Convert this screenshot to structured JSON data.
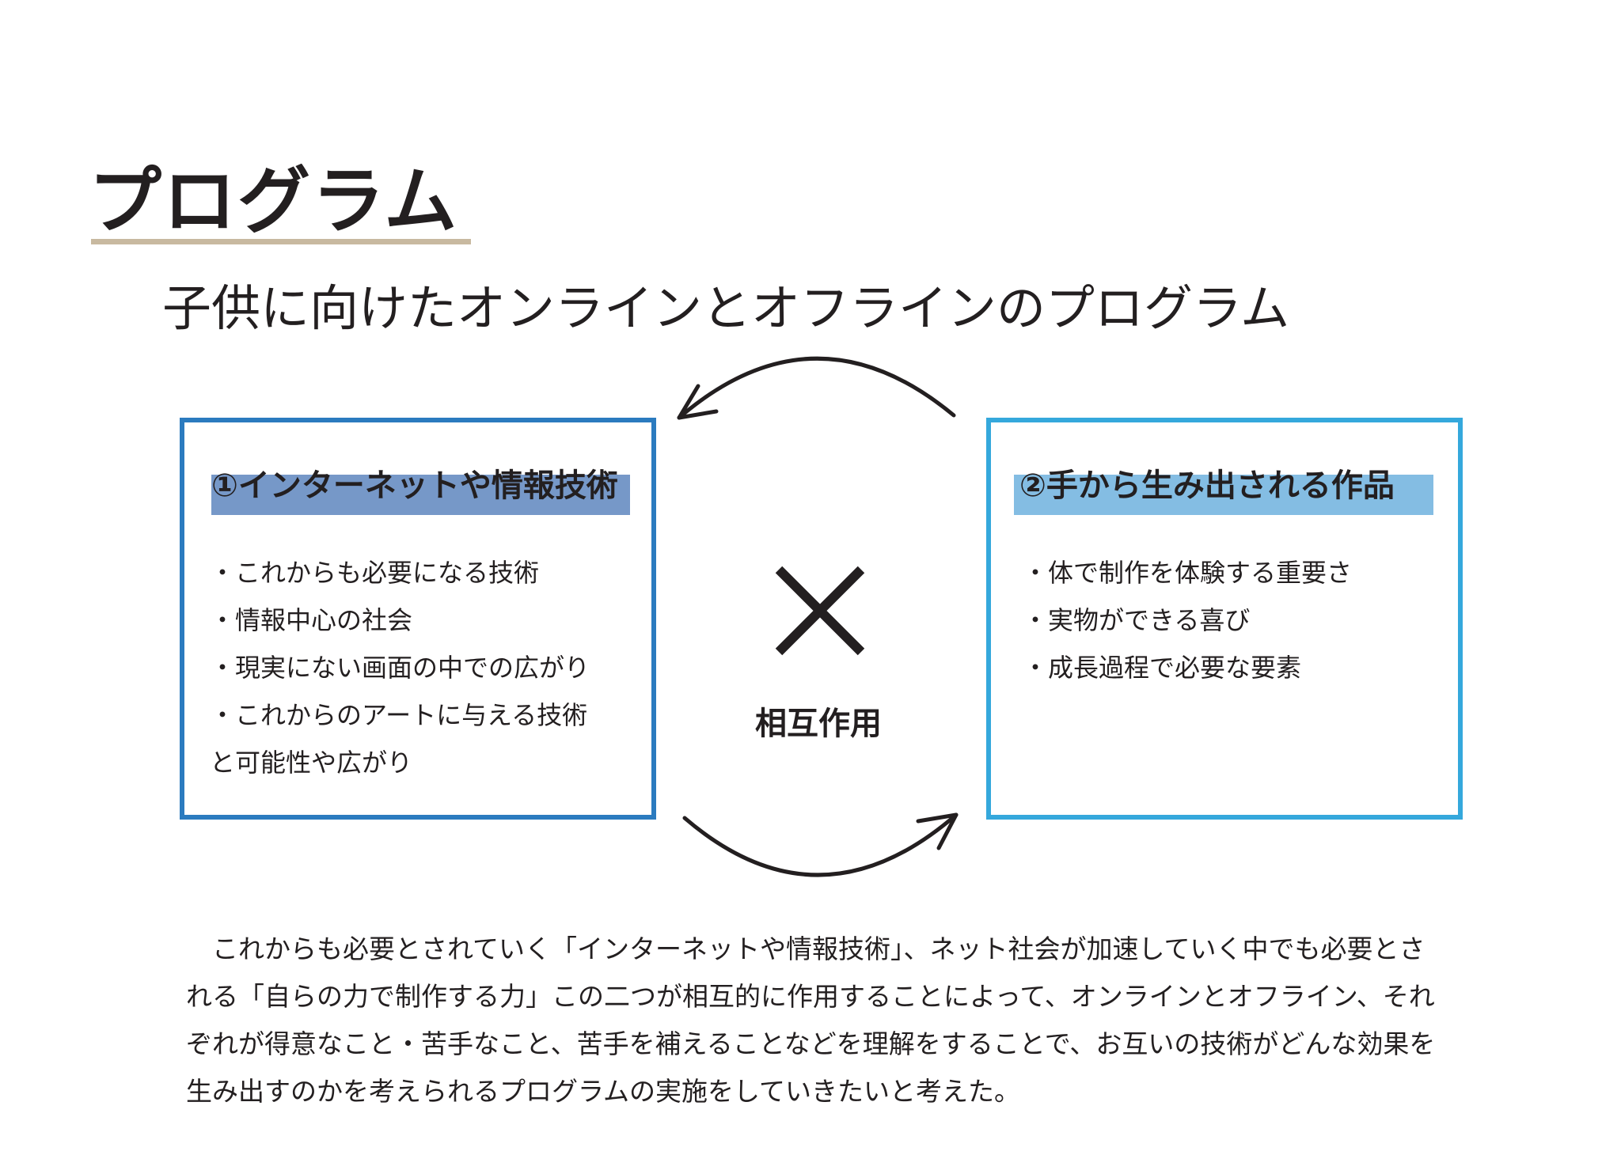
{
  "title": "プログラム",
  "subtitle": "子供に向けたオンラインとオフラインのプログラム",
  "left_box": {
    "heading": "①インターネットや情報技術",
    "bullets": [
      "・これからも必要になる技術",
      "・情報中心の社会",
      "・現実にない画面の中での広がり",
      "・これからのアートに与える技術",
      "と可能性や広がり"
    ]
  },
  "right_box": {
    "heading": "②手から生み出される作品",
    "bullets": [
      "・体で制作を体験する重要さ",
      "・実物ができる喜び",
      "・成長過程で必要な要素"
    ]
  },
  "center": {
    "cross_icon": "multiply-icon",
    "label": "相互作用"
  },
  "paragraph": [
    "　これからも必要とされていく「インターネットや情報技術」、ネット社会が加速していく中でも必要とさ",
    "れる「自らの力で制作する力」この二つが相互的に作用することによって、オンラインとオフライン、それ",
    "ぞれが得意なこと・苦手なこと、苦手を補えることなどを理解をすることで、お互いの技術がどんな効果を",
    "生み出すのかを考えられるプログラムの実施をしていきたいと考えた。"
  ],
  "colors": {
    "underline": "#c8b9a0",
    "left_border": "#2b7bbf",
    "right_border": "#35a8dc",
    "left_highlight": "#7698c8",
    "right_highlight": "#84bde3"
  }
}
